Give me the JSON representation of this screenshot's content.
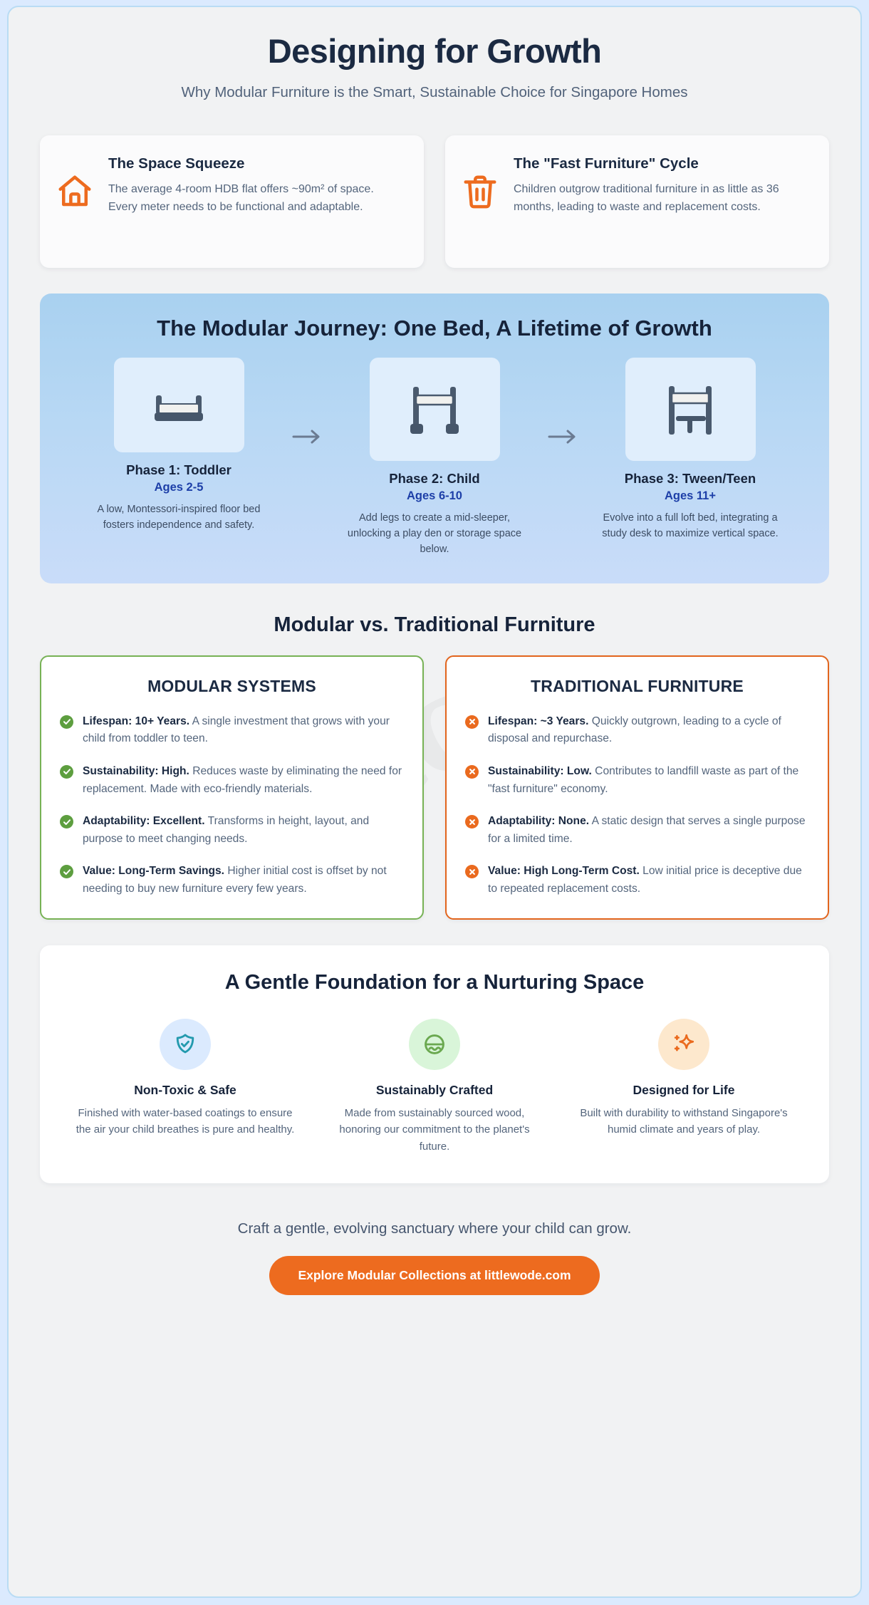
{
  "header": {
    "title": "Designing for Growth",
    "subtitle": "Why Modular Furniture is the Smart, Sustainable Choice for Singapore Homes"
  },
  "watermark": "lecc",
  "problems": [
    {
      "icon": "home-icon",
      "title": "The Space Squeeze",
      "text": "The average 4-room HDB flat offers ~90m² of space. Every meter needs to be functional and adaptable."
    },
    {
      "icon": "trash-icon",
      "title": "The \"Fast Furniture\" Cycle",
      "text": "Children outgrow traditional furniture in as little as 36 months, leading to waste and replacement costs."
    }
  ],
  "journey": {
    "title": "The Modular Journey: One Bed, A Lifetime of Growth",
    "arrow": "→",
    "phases": [
      {
        "icon": "floor-bed-icon",
        "name": "Phase 1: Toddler",
        "age": "Ages 2-5",
        "desc": "A low, Montessori-inspired floor bed fosters independence and safety."
      },
      {
        "icon": "mid-sleeper-bed-icon",
        "name": "Phase 2: Child",
        "age": "Ages 6-10",
        "desc": "Add legs to create a mid-sleeper, unlocking a play den or storage space below."
      },
      {
        "icon": "loft-bed-desk-icon",
        "name": "Phase 3: Tween/Teen",
        "age": "Ages 11+",
        "desc": "Evolve into a full loft bed, integrating a study desk to maximize vertical space."
      }
    ]
  },
  "comparison": {
    "heading": "Modular vs. Traditional Furniture",
    "modular": {
      "title": "MODULAR SYSTEMS",
      "accent": "#77b255",
      "badge_icon": "check-circle-icon",
      "items": [
        {
          "label": "Lifespan: 10+ Years.",
          "text": " A single investment that grows with your child from toddler to teen."
        },
        {
          "label": "Sustainability: High.",
          "text": " Reduces waste by eliminating the need for replacement. Made with eco-friendly materials."
        },
        {
          "label": "Adaptability: Excellent.",
          "text": " Transforms in height, layout, and purpose to meet changing needs."
        },
        {
          "label": "Value: Long-Term Savings.",
          "text": " Higher initial cost is offset by not needing to buy new furniture every few years."
        }
      ]
    },
    "traditional": {
      "title": "TRADITIONAL FURNITURE",
      "accent": "#e2651d",
      "badge_icon": "x-circle-icon",
      "items": [
        {
          "label": "Lifespan: ~3 Years.",
          "text": " Quickly outgrown, leading to a cycle of disposal and repurchase."
        },
        {
          "label": "Sustainability: Low.",
          "text": " Contributes to landfill waste as part of the \"fast furniture\" economy."
        },
        {
          "label": "Adaptability: None.",
          "text": " A static design that serves a single purpose for a limited time."
        },
        {
          "label": "Value: High Long-Term Cost.",
          "text": " Low initial price is deceptive due to repeated replacement costs."
        }
      ]
    }
  },
  "foundation": {
    "title": "A Gentle Foundation for a Nurturing Space",
    "items": [
      {
        "icon": "shield-check-icon",
        "bg": "#dbeafe",
        "color": "#239aae",
        "name": "Non-Toxic & Safe",
        "desc": "Finished with water-based coatings to ensure the air your child breathes is pure and healthy."
      },
      {
        "icon": "sustainable-wood-icon",
        "bg": "#d9f5d9",
        "color": "#6aa84f",
        "name": "Sustainably Crafted",
        "desc": "Made from sustainably sourced wood, honoring our commitment to the planet's future."
      },
      {
        "icon": "sparkles-icon",
        "bg": "#fde8cd",
        "color": "#ea6a1e",
        "name": "Designed for Life",
        "desc": "Built with durability to withstand Singapore's humid climate and years of play."
      }
    ]
  },
  "cta": {
    "line": "Craft a gentle, evolving sanctuary where your child can grow.",
    "button": "Explore Modular Collections at littlewode.com",
    "button_color": "#ed6b1f"
  }
}
